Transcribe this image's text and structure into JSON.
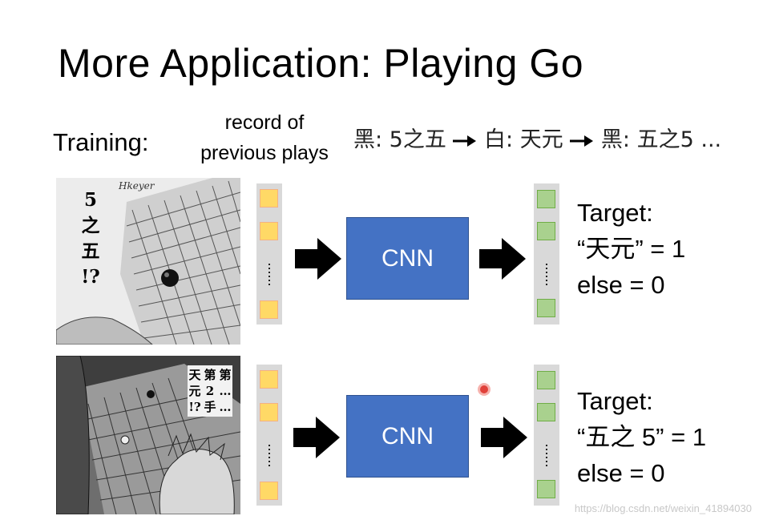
{
  "title": "More Application: Playing Go",
  "training_label": "Training:",
  "record_label": [
    "record of",
    "previous plays"
  ],
  "sequence": [
    "黑: 5之五",
    "白: 天元",
    "黑: 五之5 ..."
  ],
  "top_manga": {
    "caption": [
      "5",
      "之",
      "五",
      "!?"
    ],
    "signature": "Hkeyer"
  },
  "bottom_manga": {
    "caption_col1": [
      "天",
      "元",
      "!?"
    ],
    "caption_col2": [
      "第",
      "2",
      "手"
    ],
    "caption_col3": [
      "第",
      "…",
      "…"
    ]
  },
  "row1": {
    "cnn_label": "CNN",
    "target_title": "Target:",
    "target_line": "“天元” = 1",
    "else_line": "else = 0"
  },
  "row2": {
    "cnn_label": "CNN",
    "target_title": "Target:",
    "target_line": "“五之 5” = 1",
    "else_line": "else = 0"
  },
  "watermark": "https://blog.csdn.net/weixin_41894030",
  "colors": {
    "cnn": "#4472c4",
    "input_cell": "#ffd966",
    "output_cell": "#a9d18e",
    "vector_bg": "#d9d9d9"
  }
}
